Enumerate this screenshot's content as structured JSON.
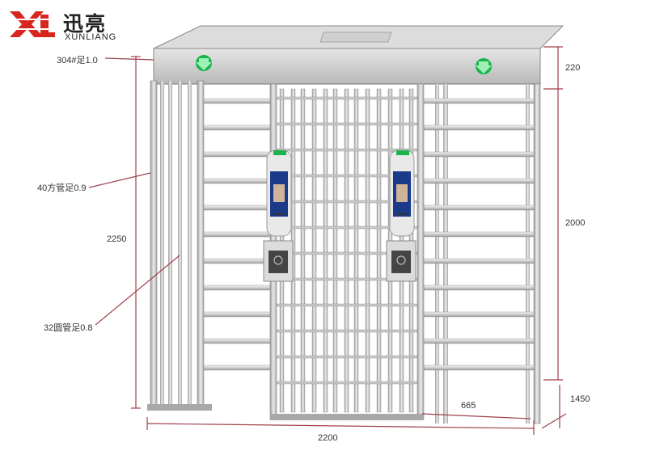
{
  "brand": {
    "name_cn": "迅亮",
    "name_en": "XUNLIANG",
    "mark_text": "XL",
    "colors": {
      "red": "#d7261e",
      "dark": "#222222"
    }
  },
  "annotations": {
    "top_material": "304#足1.0",
    "square_tube": "40方管足0.9",
    "round_tube": "32圆管足0.8"
  },
  "dimensions": {
    "total_height": "2250",
    "top_beam_height": "220",
    "passage_height": "2000",
    "width": "2200",
    "depth": "1450",
    "rotor_span": "665"
  },
  "colors": {
    "dim_line": "#a0404a",
    "frame": "#9a9a9a",
    "arrow_green": "#19b44a"
  },
  "icons": [
    "down-arrow-green-icon",
    "face-terminal-icon",
    "card-reader-icon"
  ]
}
